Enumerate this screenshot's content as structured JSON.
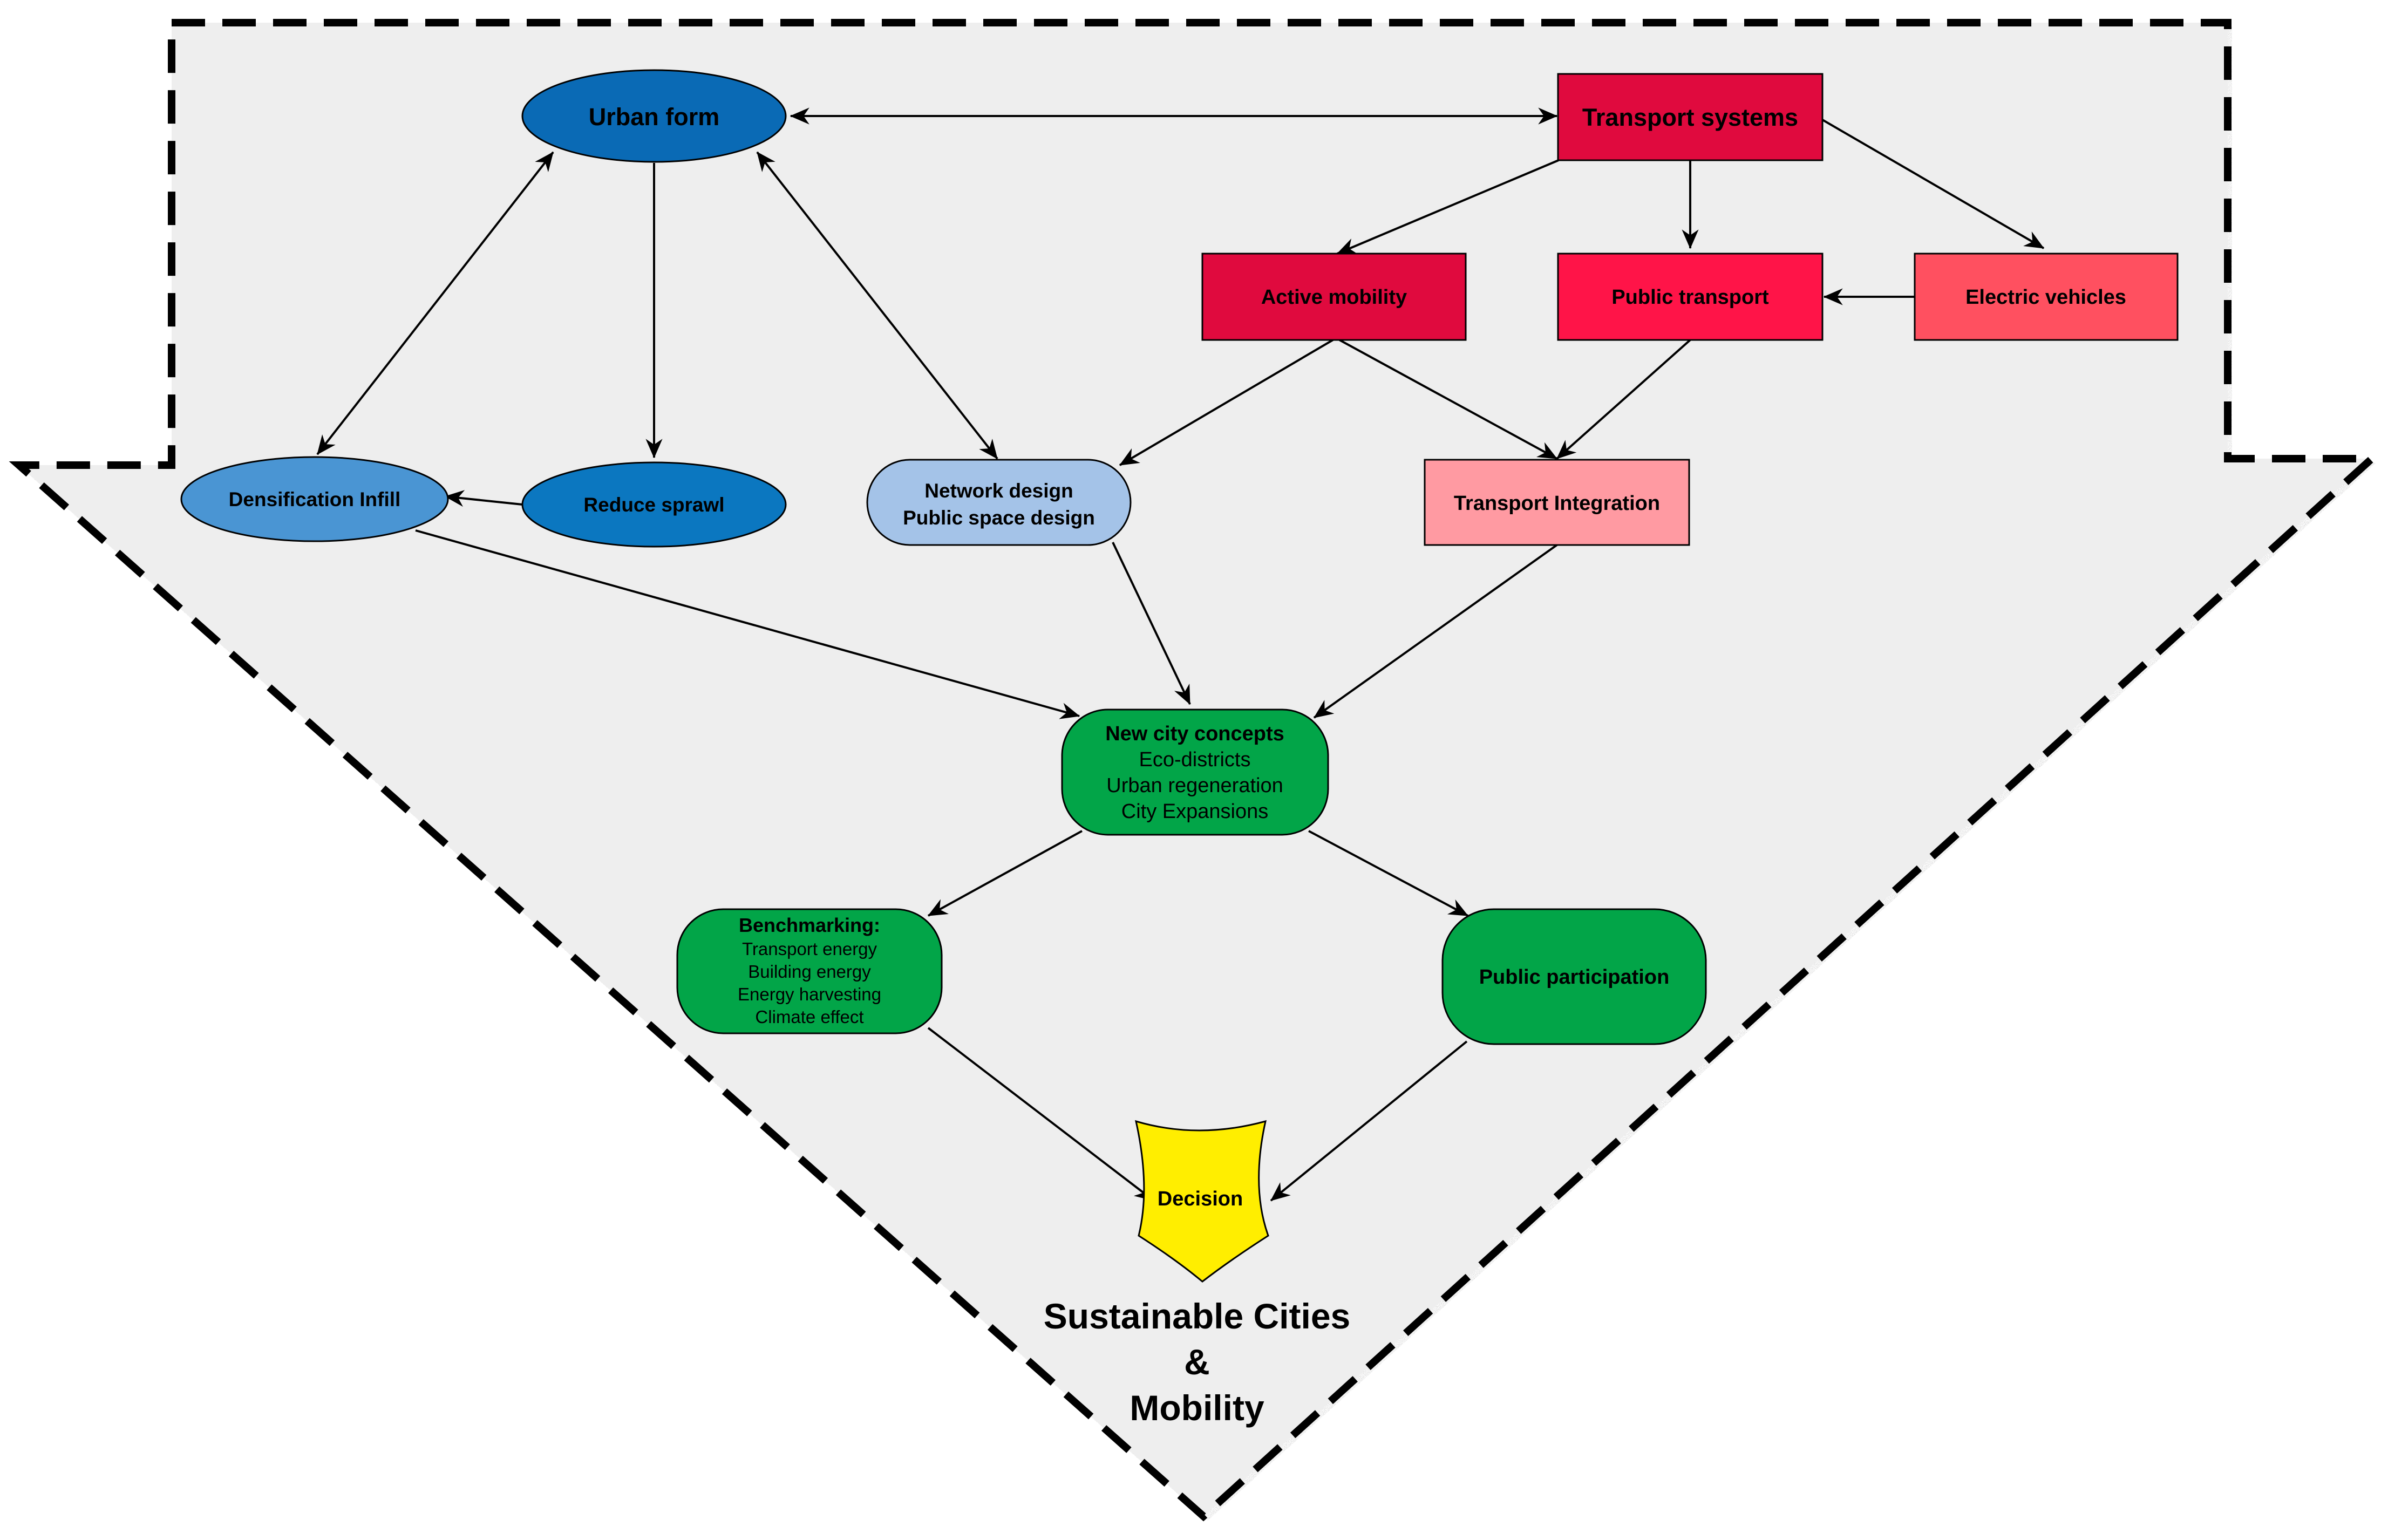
{
  "colors": {
    "background_shape": "#eeeeee",
    "urban_form": "#0a6ab5",
    "reduce_sprawl": "#0b77c0",
    "densification": "#4a95d3",
    "network_design": "#a4c3e8",
    "transport_systems": "#e00a3e",
    "active_mobility": "#e00a3e",
    "public_transport": "#ff1448",
    "electric_vehicles": "#ff5060",
    "transport_integration": "#ff9aa2",
    "green": "#02a548",
    "decision": "#ffee00"
  },
  "nodes": {
    "urban_form": {
      "label": "Urban form"
    },
    "transport_systems": {
      "label": "Transport systems"
    },
    "active_mobility": {
      "label": "Active mobility"
    },
    "public_transport": {
      "label": "Public transport"
    },
    "electric_vehicles": {
      "label": "Electric vehicles"
    },
    "densification": {
      "label": "Densification Infill"
    },
    "reduce_sprawl": {
      "label": "Reduce sprawl"
    },
    "network_design": {
      "line1": "Network design",
      "line2": "Public space design"
    },
    "transport_integration": {
      "label": "Transport Integration"
    },
    "new_city": {
      "title": "New city concepts",
      "items": [
        "Eco-districts",
        "Urban regeneration",
        "City Expansions"
      ]
    },
    "benchmarking": {
      "title": "Benchmarking:",
      "items": [
        "Transport energy",
        "Building energy",
        "Energy harvesting",
        "Climate effect"
      ]
    },
    "public_participation": {
      "label": "Public participation"
    },
    "decision": {
      "label": "Decision"
    }
  },
  "footer": {
    "line1": "Sustainable Cities",
    "line2": "&",
    "line3": "Mobility"
  }
}
